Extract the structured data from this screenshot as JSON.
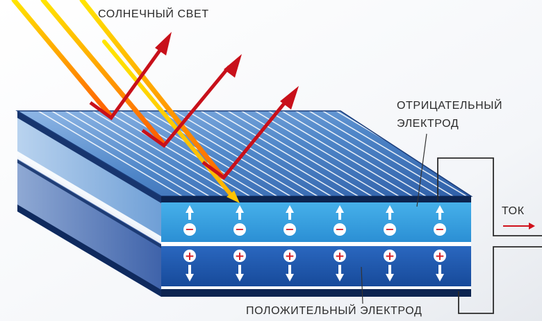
{
  "labels": {
    "sunlight": "СОЛНЕЧНЫЙ СВЕТ",
    "negative_electrode_line1": "ОТРИЦАТЕЛЬНЫЙ",
    "negative_electrode_line2": "ЭЛЕКТРОД",
    "current": "ТОК",
    "positive_electrode": "ПОЛОЖИТЕЛЬНЫЙ  ЭЛЕКТРОД"
  },
  "charges": {
    "negative_symbol": "−",
    "positive_symbol": "+",
    "negative_count": 6,
    "positive_count": 6
  },
  "colors": {
    "top_panel": "#4f86c8",
    "n_layer": "#3aa3e0",
    "p_layer": "#1f5bb0",
    "electrode_strip": "#0c2450",
    "arrow_red": "#c8101a",
    "light_yellow": "#ffd400",
    "light_orange": "#ff7a00",
    "wire": "#2a2a2a",
    "current_arrow": "#d0111b",
    "negative_badge": "#d81e26",
    "positive_badge": "#d81e26"
  },
  "icons": {
    "negative_charge": "minus-badge-icon",
    "positive_charge": "plus-badge-icon",
    "up_arrow": "arrow-up-icon",
    "down_arrow": "arrow-down-icon",
    "reflected_ray": "red-arrow-icon",
    "current_arrow": "right-arrow-icon"
  }
}
